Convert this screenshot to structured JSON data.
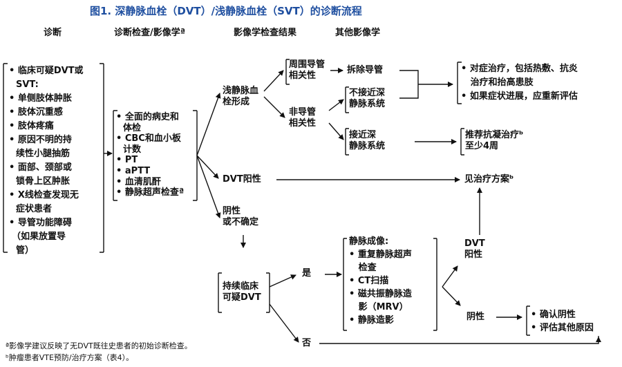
{
  "title": "图1. 深静脉血栓（DVT）/浅静脉血栓（SVT）的诊断流程",
  "headers": {
    "diagnosis": "诊断",
    "workup": "诊断检查/影像学ª",
    "imaging_results": "影像学检查结果",
    "other_imaging": "其他影像学"
  },
  "suspicion": {
    "lines": [
      "• 临床可疑DVT或",
      "SVT:",
      "• 单侧肢体肿胀",
      "• 肢体沉重感",
      "• 肢体疼痛",
      "• 原因不明的持",
      "续性小腿抽筋",
      "• 面部、颈部或",
      "锁骨上区肿胀",
      "• X线检查发现无",
      "症状患者",
      "• 导管功能障碍",
      "（如果放置导",
      "管）"
    ]
  },
  "workup": {
    "lines": [
      "• 全面的病史和",
      "体检",
      "• CBC和血小板",
      "计数",
      "• PT",
      "• aPTT",
      "• 血清肌酐",
      "• 静脉超声检查ª"
    ]
  },
  "nodes": {
    "svt": "浅静脉血\n栓形成",
    "peripheral": "周围导管\n相关性",
    "remove_catheter": "拆除导管",
    "non_catheter": "非导管\n相关性",
    "not_near_deep": "不接近深\n静脉系统",
    "near_deep": "接近深\n静脉系统",
    "symptomatic": "• 对症治疗，包括热敷、抗炎\n   治疗和抬高患肢\n• 如果症状进展，应重新评估",
    "anticoag": "推荐抗凝治疗ᵇ\n至少4周",
    "dvt_positive": "DVT阳性",
    "see_treatment": "见治疗方案ᵇ",
    "negative": "阴性\n或不确定",
    "persistent": "持续临床\n可疑DVT",
    "yes": "是",
    "no": "否",
    "venous_imaging": "静脉成像:\n• 重复静脉超声\n   检查\n• CT扫描\n• 磁共振静脉造\n   影（MRV）\n• 静脉造影",
    "dvt_pos2": "DVT\n阳性",
    "neg2": "阴性",
    "confirm_neg": "• 确认阴性\n• 评估其他原因"
  },
  "footnotes": {
    "a": "ª影像学建议反映了无DVT既往史患者的初始诊断检查。",
    "b": "ᵇ肿瘤患者VTE预防/治疗方案（表4）。"
  }
}
